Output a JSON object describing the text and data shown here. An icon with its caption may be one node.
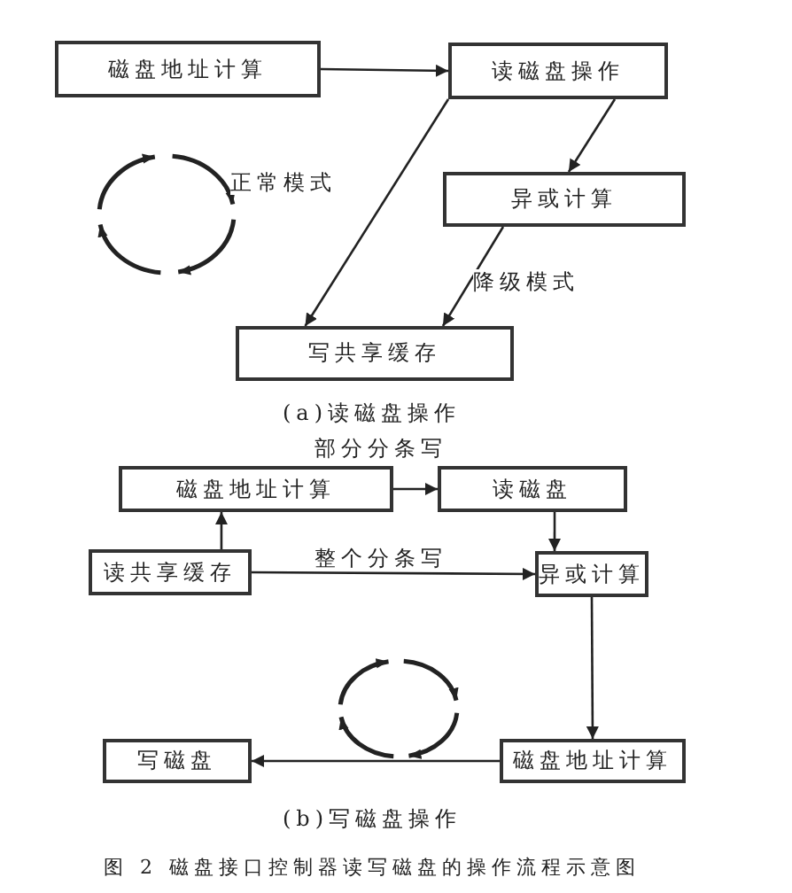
{
  "diagram": {
    "caption": "图 2  磁盘接口控制器读写磁盘的操作流程示意图",
    "nodes": [
      {
        "text": [
          "磁盘地址计算"
        ]
      },
      {
        "text": [
          "读磁盘操作"
        ]
      },
      {
        "text": [
          "异或计算"
        ]
      },
      {
        "text": [
          "写共享缓存"
        ]
      },
      {
        "text": [
          "磁盘地址计算"
        ]
      },
      {
        "text": [
          "读磁盘"
        ]
      },
      {
        "text": [
          "读共享缓存"
        ]
      },
      {
        "text": [
          "异或计算"
        ]
      },
      {
        "text": [
          "写磁盘"
        ]
      },
      {
        "text": [
          "磁盘地址计算"
        ]
      }
    ],
    "edges": [
      {
        "from": 0,
        "to": 1,
        "arrow": "to"
      },
      {
        "from": 1,
        "to": 3,
        "arrow": "to",
        "label": "正常模式"
      },
      {
        "from": 1,
        "to": 2,
        "arrow": "to"
      },
      {
        "from": 2,
        "to": 3,
        "arrow": "to",
        "label": "降级模式"
      },
      {
        "from": 4,
        "to": 5,
        "arrow": "to",
        "label": "部分分条写"
      },
      {
        "from": 6,
        "to": 4,
        "arrow": "to"
      },
      {
        "from": 5,
        "to": 7,
        "arrow": "to"
      },
      {
        "from": 6,
        "to": 7,
        "arrow": "to",
        "label": "整个分条写"
      },
      {
        "from": 7,
        "to": 9,
        "arrow": "to"
      },
      {
        "from": 9,
        "to": 8,
        "arrow": "to"
      }
    ],
    "labels": [
      "(a)读磁盘操作",
      "(b)写磁盘操作"
    ]
  }
}
